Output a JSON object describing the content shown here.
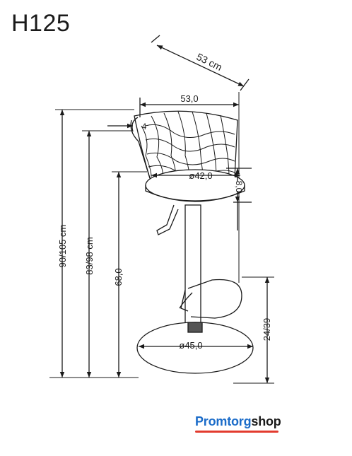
{
  "model": "H125",
  "dimensions": {
    "depth": "53 cm",
    "width": "53,0",
    "back_thickness": "4",
    "seat_diameter": "ø42,0",
    "seat_thickness": "8,0",
    "total_height": "90/105 cm",
    "back_height": "83/98 cm",
    "seat_height": "68,0",
    "footrest_height": "24/39",
    "base_diameter": "ø45,0"
  },
  "brand": {
    "part1": "Promtorg",
    "part2": "shop"
  }
}
